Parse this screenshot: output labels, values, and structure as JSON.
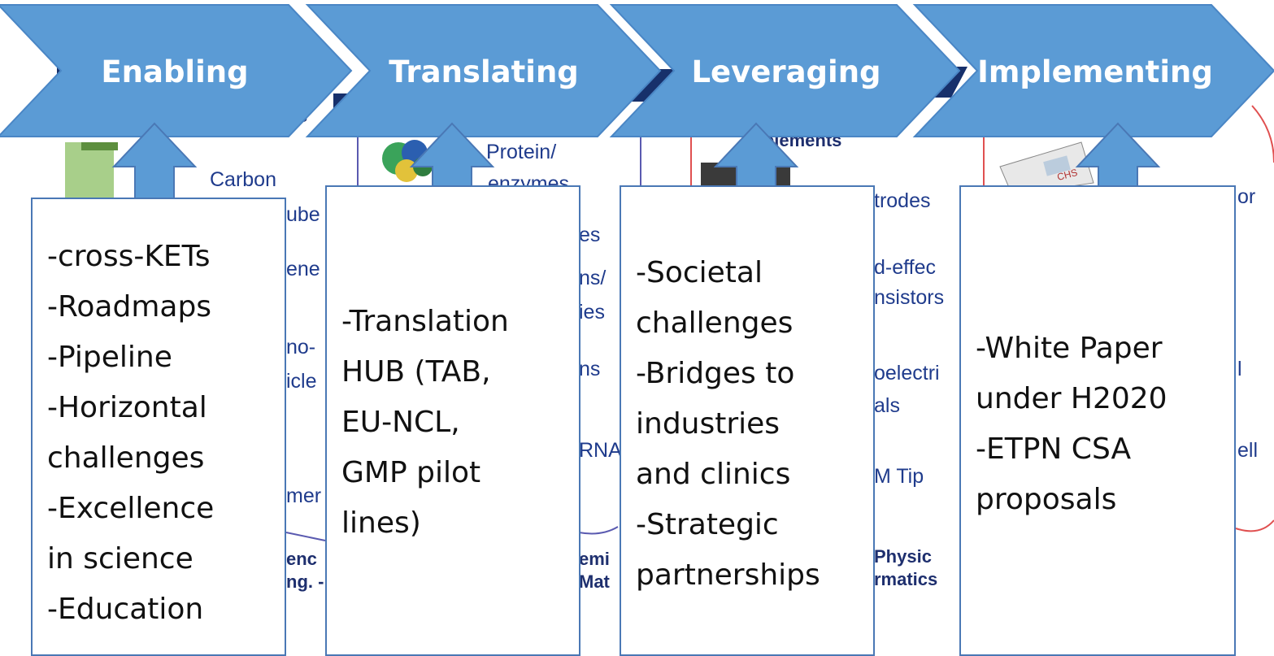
{
  "stages": [
    {
      "label": "Enabling"
    },
    {
      "label": "Translating"
    },
    {
      "label": "Leveraging"
    },
    {
      "label": "Implementing"
    }
  ],
  "boxes": [
    {
      "lines": [
        "-cross-KETs",
        "-Roadmaps",
        "-Pipeline",
        "-Horizontal",
        "challenges",
        "-Excellence",
        "in science",
        "-Education"
      ]
    },
    {
      "lines": [
        "-Translation",
        "HUB (TAB,",
        "EU-NCL,",
        "GMP pilot",
        "lines)"
      ]
    },
    {
      "lines": [
        "-Societal",
        "challenges",
        "-Bridges to",
        "industries",
        "and clinics",
        "-Strategic",
        "partnerships"
      ]
    },
    {
      "lines": [
        "-White Paper",
        "under H2020",
        "-ETPN CSA",
        "proposals"
      ]
    }
  ],
  "background_fragments": {
    "col1": [
      "s",
      "Carbon",
      "ube",
      "ene",
      "no-",
      "icle",
      "mer",
      "enc",
      "ng. -"
    ],
    "col2": [
      "Protein/",
      "enzymes",
      "es",
      "ns/",
      "ies",
      "ns",
      "RNA",
      "emi",
      "Mat"
    ],
    "col3": [
      "elements",
      "trodes",
      "d-effec",
      "nsistors",
      "oelectri",
      "als",
      "M Tip",
      "Physic",
      "rmatics"
    ],
    "col4": [
      "or",
      "l",
      "ell",
      "CHS"
    ]
  },
  "colors": {
    "chevron": "#5b9bd5",
    "chevron_edge": "#4a86c5",
    "arrow": "#5b9bd5",
    "box_border": "#4a78b5",
    "navy": "#17306b"
  }
}
